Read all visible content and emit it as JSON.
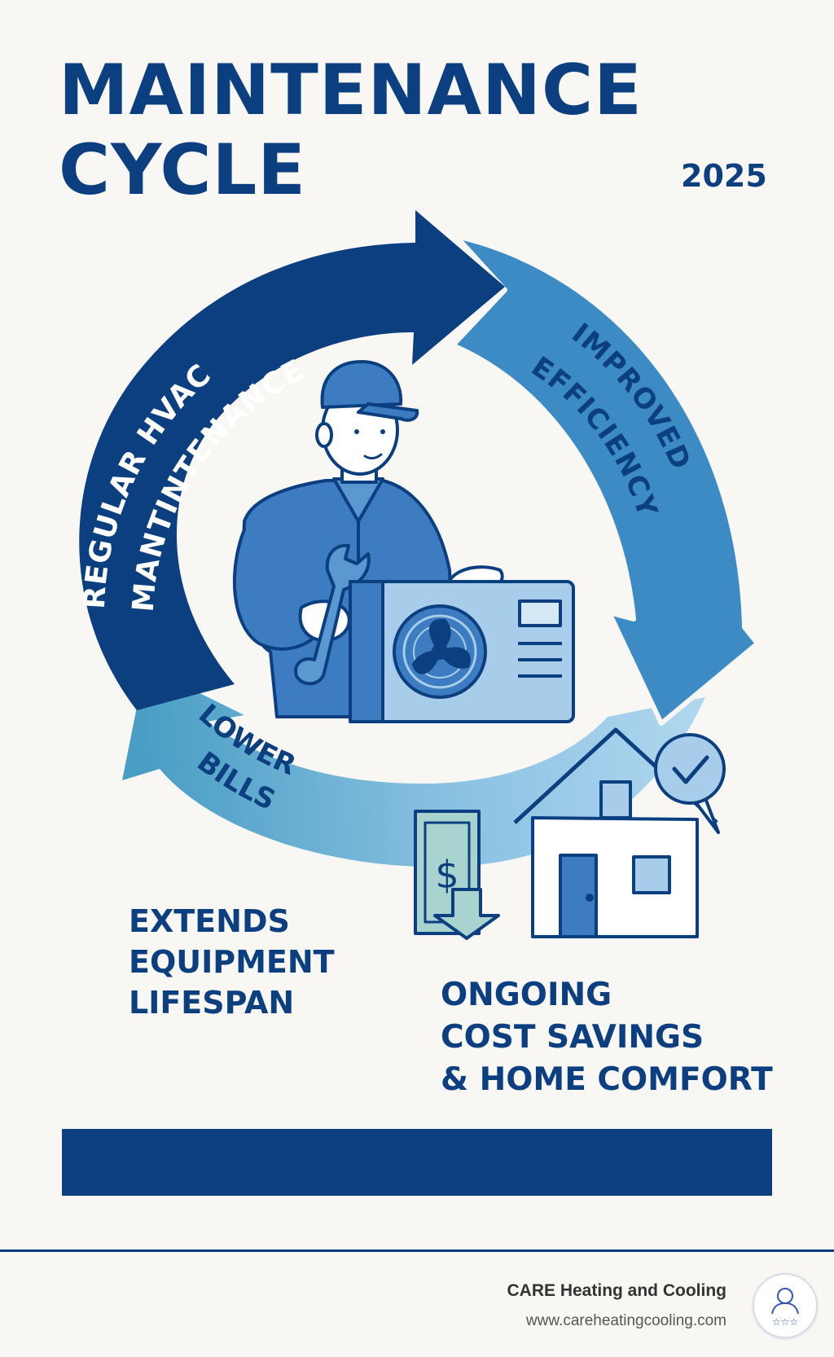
{
  "title": {
    "line1": "MAINTENANCE",
    "line2": "CYCLE"
  },
  "year": "2025",
  "cycle": {
    "stage1": {
      "line1": "REGULAR HVAC",
      "line2": "MANTINTENANCE"
    },
    "stage2": {
      "line1": "IMPROVED",
      "line2": "EFFICIENCY"
    },
    "stage3": {
      "line1": "LOWER",
      "line2": "BILLS"
    }
  },
  "outcome_left": {
    "line1": "EXTENDS",
    "line2": "EQUIPMENT",
    "line3": "LIFESPAN"
  },
  "outcome_right": {
    "line1": "ONGOING",
    "line2": "COST SAVINGS",
    "line3": "& HOME COMFORT"
  },
  "footer": {
    "brand": "CARE Heating and Cooling",
    "url": "www.careheatingcooling.com"
  },
  "colors": {
    "navy": "#0b3f80",
    "mid_blue": "#3d8bc4",
    "teal_blue": "#4ea3c6",
    "light_blue": "#a8d0ec",
    "background": "#f8f7f4"
  },
  "icons": [
    "technician-icon",
    "wrench-icon",
    "ac-unit-icon",
    "fan-icon",
    "dollar-bill-icon",
    "house-icon",
    "checkmark-icon",
    "rating-icon"
  ]
}
